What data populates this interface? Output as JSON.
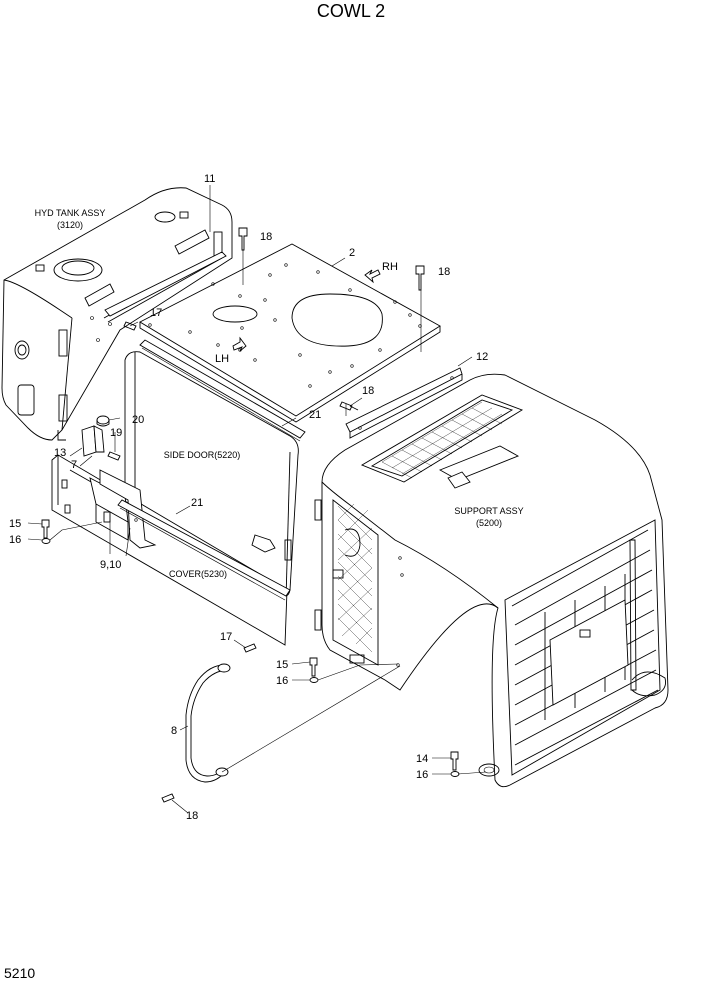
{
  "title": "COWL 2",
  "page_number": "5210",
  "assemblies": {
    "hyd_tank": {
      "line1": "HYD TANK ASSY",
      "line2": "(3120)"
    },
    "side_door": "SIDE DOOR(5220)",
    "support": {
      "line1": "SUPPORT ASSY",
      "line2": "(5200)"
    },
    "cover": "COVER(5230)"
  },
  "directions": {
    "rh": "RH",
    "lh": "LH"
  },
  "callouts": {
    "c2": "2",
    "c7": "7",
    "c8": "8",
    "c9_10": "9,10",
    "c11": "11",
    "c12": "12",
    "c13": "13",
    "c14": "14",
    "c15a": "15",
    "c15b": "15",
    "c16a": "16",
    "c16b": "16",
    "c16c": "16",
    "c17a": "17",
    "c17b": "17",
    "c18a": "18",
    "c18b": "18",
    "c18c": "18",
    "c18d": "18",
    "c19": "19",
    "c20": "20",
    "c21a": "21",
    "c21b": "21"
  }
}
